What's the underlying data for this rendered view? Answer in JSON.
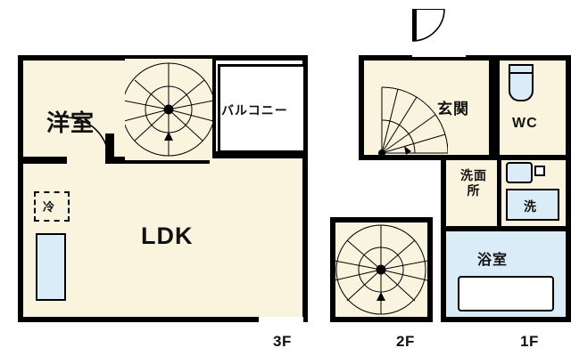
{
  "diagram": {
    "type": "floor-plan",
    "title": "",
    "floors": [
      {
        "id": "3F",
        "label": "3F",
        "rooms": [
          {
            "name": "洋室",
            "label": "洋室"
          },
          {
            "name": "balcony",
            "label": "バルコニー"
          },
          {
            "name": "ldk",
            "label": "LDK"
          }
        ],
        "fixtures": [
          {
            "name": "refrigerator",
            "label": "冷"
          },
          {
            "name": "spiral-staircase",
            "label": ""
          },
          {
            "name": "kitchen-counter",
            "label": ""
          }
        ]
      },
      {
        "id": "2F",
        "label": "2F",
        "rooms": [],
        "fixtures": [
          {
            "name": "spiral-staircase",
            "label": ""
          }
        ]
      },
      {
        "id": "1F",
        "label": "1F",
        "rooms": [
          {
            "name": "genkan",
            "label": "玄関"
          },
          {
            "name": "wc",
            "label": "WC"
          },
          {
            "name": "washroom",
            "label": "洗面所"
          },
          {
            "name": "laundry",
            "label": "洗"
          },
          {
            "name": "bathroom",
            "label": "浴室"
          }
        ],
        "fixtures": [
          {
            "name": "entrance-door",
            "label": ""
          },
          {
            "name": "toilet",
            "label": ""
          },
          {
            "name": "sink",
            "label": ""
          },
          {
            "name": "bathtub",
            "label": ""
          },
          {
            "name": "spiral-staircase",
            "label": ""
          }
        ]
      }
    ],
    "colors": {
      "wall": "#000000",
      "room_fill": "#faf4de",
      "water_fill": "#d9ecf7",
      "background": "#ffffff",
      "text": "#111111"
    }
  }
}
